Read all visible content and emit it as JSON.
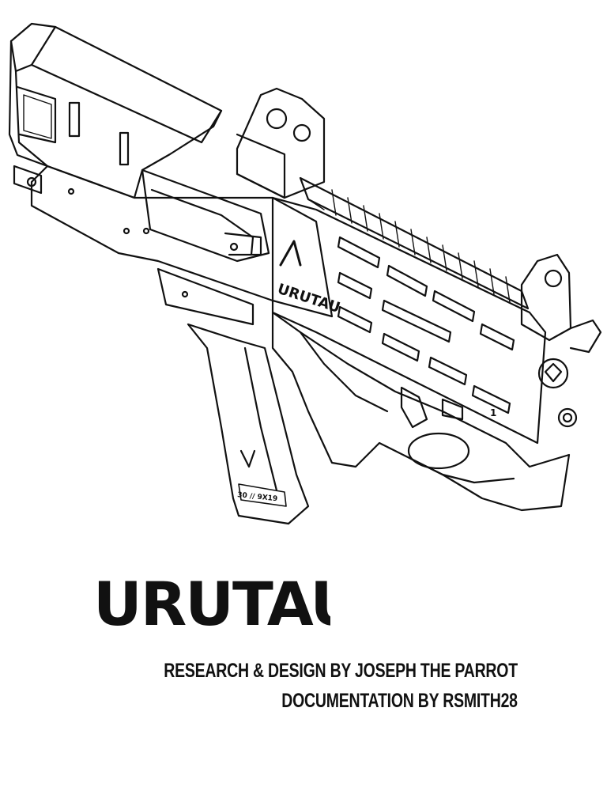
{
  "brand": {
    "name": "URUTAU",
    "engraving": "URUTAU",
    "magazine_marking": "30 // 9X19",
    "rail_marking": "1"
  },
  "credits": {
    "line1": "RESEARCH & DESIGN BY JOSEPH THE PARROT",
    "line2": "DOCUMENTATION BY RSMITH28"
  },
  "colors": {
    "ink": "#111111",
    "background": "#ffffff"
  }
}
